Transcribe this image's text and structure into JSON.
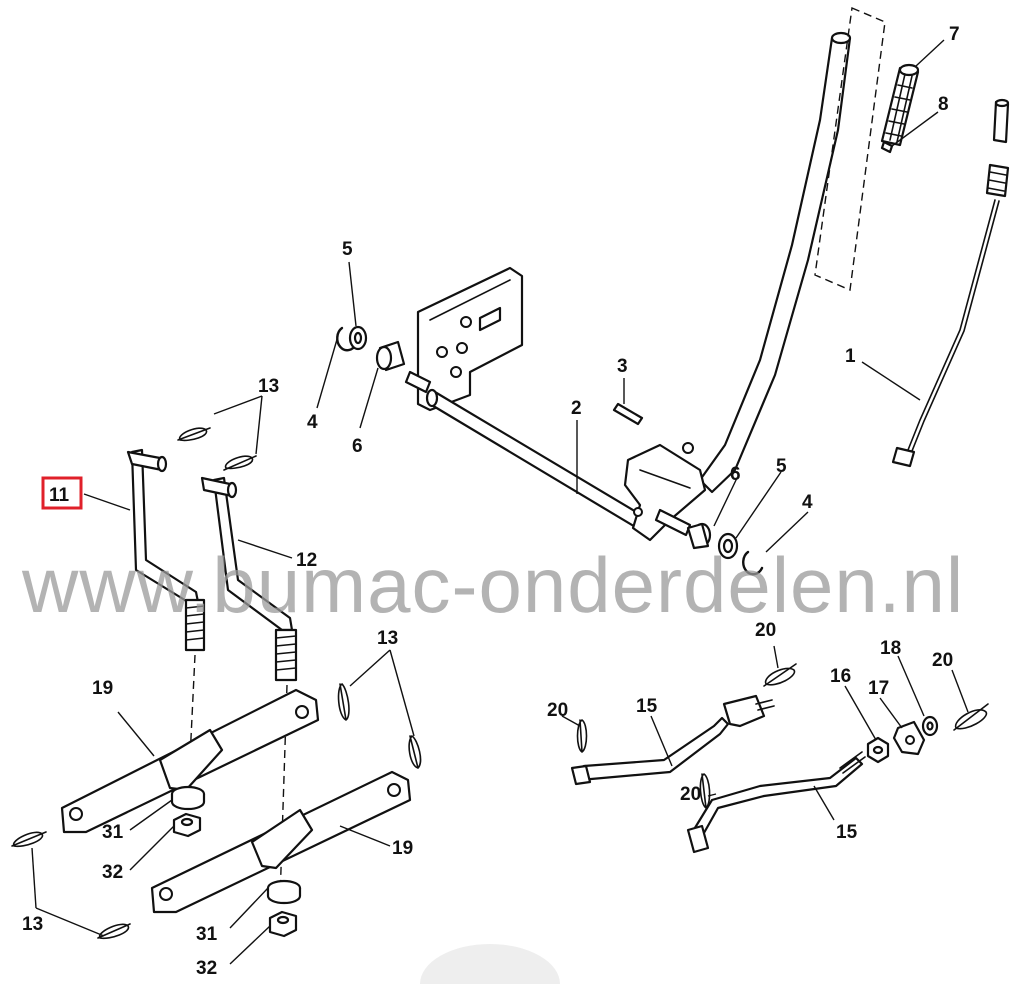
{
  "watermark": "www.bumac-onderdelen.nl",
  "highlighted_part": "11",
  "highlight_color": "#e0202a",
  "labels": {
    "p1": "1",
    "p2": "2",
    "p3": "3",
    "p4a": "4",
    "p4b": "4",
    "p5a": "5",
    "p5b": "5",
    "p6a": "6",
    "p6b": "6",
    "p7": "7",
    "p8": "8",
    "p11": "11",
    "p12": "12",
    "p13a": "13",
    "p13b": "13",
    "p13c": "13",
    "p15a": "15",
    "p15b": "15",
    "p16": "16",
    "p17": "17",
    "p18": "18",
    "p19a": "19",
    "p19b": "19",
    "p20a": "20",
    "p20b": "20",
    "p20c": "20",
    "p20d": "20",
    "p31a": "31",
    "p31b": "31",
    "p32a": "32",
    "p32b": "32"
  }
}
